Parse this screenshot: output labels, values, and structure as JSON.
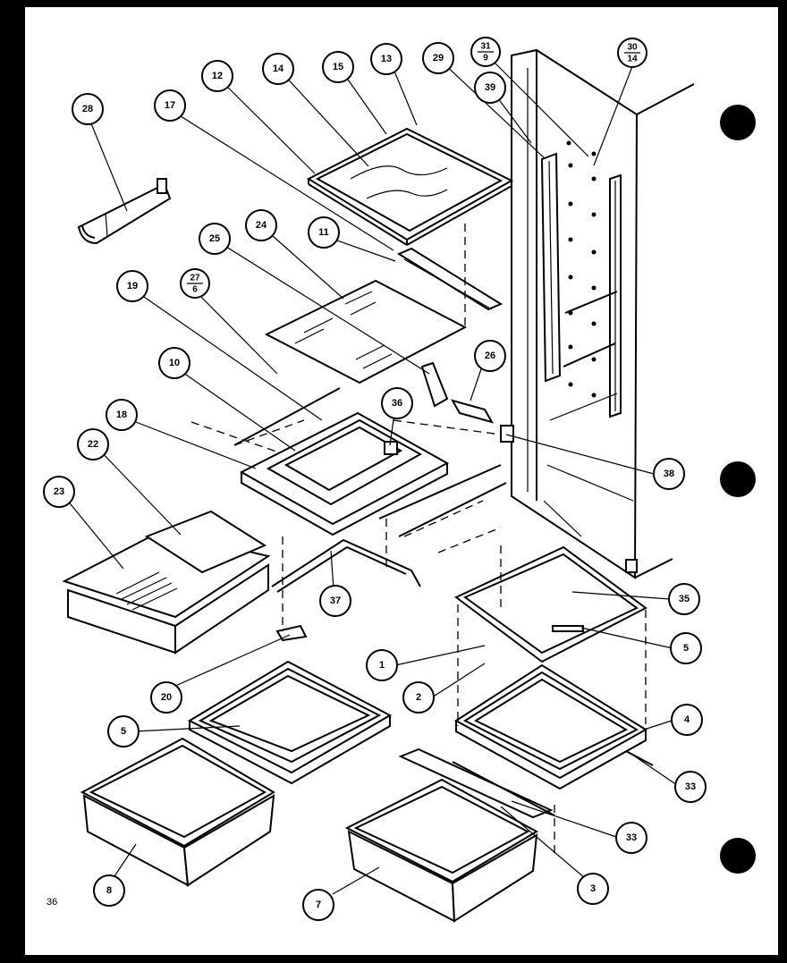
{
  "page_number": "36",
  "callouts": [
    {
      "id": "c28",
      "label": "28"
    },
    {
      "id": "c17",
      "label": "17"
    },
    {
      "id": "c12",
      "label": "12"
    },
    {
      "id": "c14",
      "label": "14"
    },
    {
      "id": "c15",
      "label": "15"
    },
    {
      "id": "c13",
      "label": "13"
    },
    {
      "id": "c29",
      "label": "29"
    },
    {
      "id": "c39",
      "label": "39"
    },
    {
      "id": "c25",
      "label": "25"
    },
    {
      "id": "c24",
      "label": "24"
    },
    {
      "id": "c11",
      "label": "11"
    },
    {
      "id": "c19",
      "label": "19"
    },
    {
      "id": "c10",
      "label": "10"
    },
    {
      "id": "c26",
      "label": "26"
    },
    {
      "id": "c36",
      "label": "36"
    },
    {
      "id": "c18",
      "label": "18"
    },
    {
      "id": "c22",
      "label": "22"
    },
    {
      "id": "c38",
      "label": "38"
    },
    {
      "id": "c23",
      "label": "23"
    },
    {
      "id": "c37",
      "label": "37"
    },
    {
      "id": "c35",
      "label": "35"
    },
    {
      "id": "c5a",
      "label": "5"
    },
    {
      "id": "c1",
      "label": "1"
    },
    {
      "id": "c2",
      "label": "2"
    },
    {
      "id": "c20",
      "label": "20"
    },
    {
      "id": "c4",
      "label": "4"
    },
    {
      "id": "c5b",
      "label": "5"
    },
    {
      "id": "c33a",
      "label": "33"
    },
    {
      "id": "c33b",
      "label": "33"
    },
    {
      "id": "c8",
      "label": "8"
    },
    {
      "id": "c3",
      "label": "3"
    },
    {
      "id": "c7",
      "label": "7"
    }
  ],
  "fraction_callouts": [
    {
      "id": "f31",
      "top": "31",
      "bottom": "9"
    },
    {
      "id": "f30",
      "top": "30",
      "bottom": "14"
    },
    {
      "id": "f27",
      "top": "27",
      "bottom": "6"
    }
  ]
}
